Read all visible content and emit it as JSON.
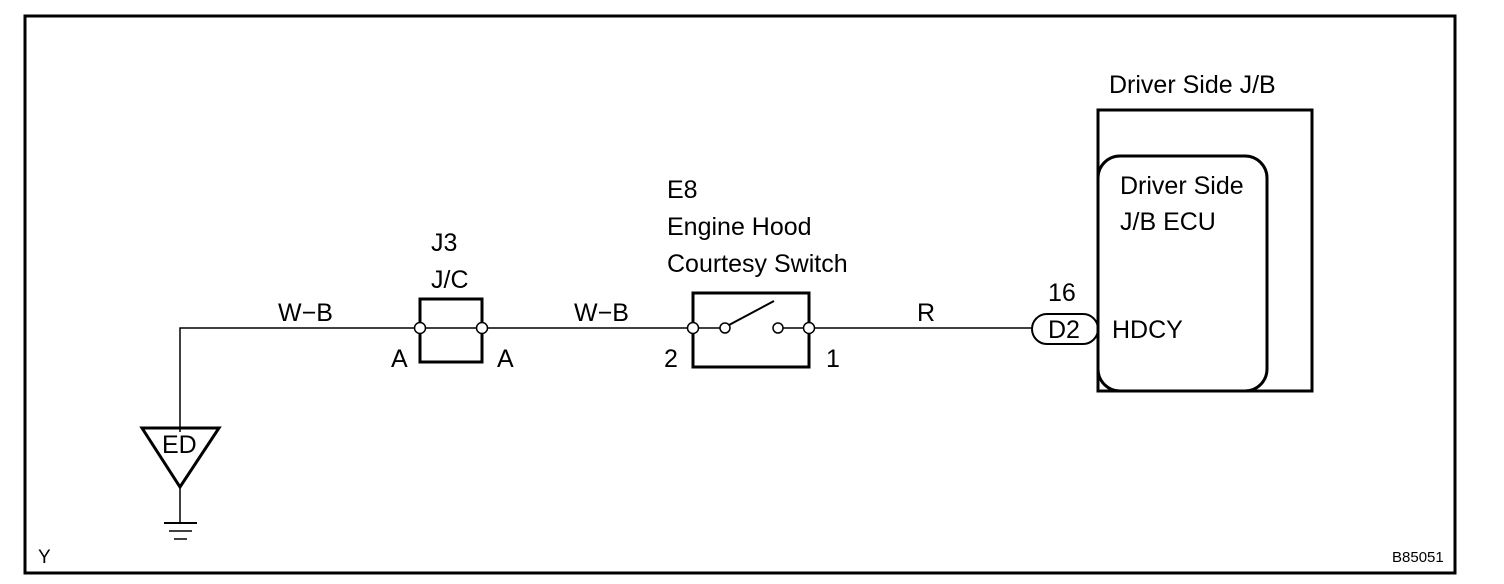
{
  "ground": {
    "label": "ED"
  },
  "wires": {
    "ground_to_jc": "W−B",
    "jc_to_switch": "W−B",
    "switch_to_ecu": "R"
  },
  "junction_connector": {
    "id": "J3",
    "name": "J/C",
    "pin_left": "A",
    "pin_right": "A"
  },
  "switch": {
    "id": "E8",
    "name_line1": "Engine Hood",
    "name_line2": "Courtesy Switch",
    "pin_left": "2",
    "pin_right": "1"
  },
  "junction_block": {
    "title": "Driver Side J/B"
  },
  "ecu": {
    "name_line1": "Driver Side",
    "name_line2": "J/B ECU",
    "connector": "D2",
    "pin": "16",
    "terminal": "HDCY"
  },
  "footer": {
    "left_code": "Y",
    "figure_code": "B85051"
  }
}
